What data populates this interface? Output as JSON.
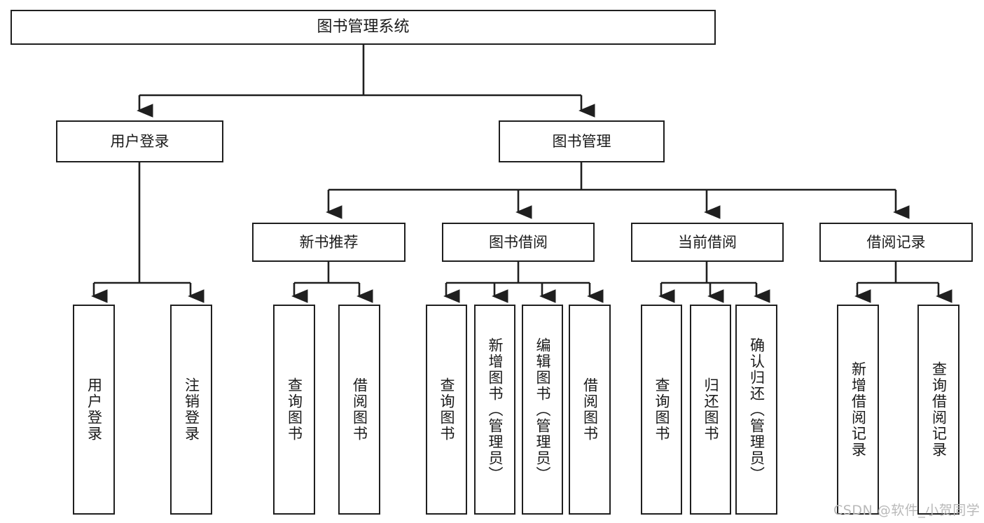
{
  "diagram": {
    "type": "tree-hierarchy-chart",
    "title": "图书管理系统",
    "nodes": {
      "root": {
        "label": "图书管理系统"
      },
      "level2": [
        {
          "id": "user-login",
          "label": "用户登录"
        },
        {
          "id": "book-manage",
          "label": "图书管理"
        }
      ],
      "level3": [
        {
          "id": "new-book-recommend",
          "label": "新书推荐"
        },
        {
          "id": "book-borrow",
          "label": "图书借阅"
        },
        {
          "id": "current-borrow",
          "label": "当前借阅"
        },
        {
          "id": "borrow-record",
          "label": "借阅记录"
        }
      ],
      "leaves": [
        {
          "id": "leaf-user-login",
          "label": "用户登录"
        },
        {
          "id": "leaf-user-logout",
          "label": "注销登录"
        },
        {
          "id": "leaf-query-book-1",
          "label": "查询图书"
        },
        {
          "id": "leaf-borrow-book-1",
          "label": "借阅图书"
        },
        {
          "id": "leaf-query-book-2",
          "label": "查询图书"
        },
        {
          "id": "leaf-add-book",
          "label": "新增图书（管理员）"
        },
        {
          "id": "leaf-edit-book",
          "label": "编辑图书（管理员）"
        },
        {
          "id": "leaf-borrow-book-2",
          "label": "借阅图书"
        },
        {
          "id": "leaf-query-book-3",
          "label": "查询图书"
        },
        {
          "id": "leaf-return-book",
          "label": "归还图书"
        },
        {
          "id": "leaf-confirm-return",
          "label": "确认归还（管理员）"
        },
        {
          "id": "leaf-add-record",
          "label": "新增借阅记录"
        },
        {
          "id": "leaf-query-record",
          "label": "查询借阅记录"
        }
      ]
    },
    "colors": {
      "stroke": "#1f1f1f",
      "fill": "#ffffff",
      "text": "#1a1a1a",
      "watermark": "#b9b9b9"
    }
  },
  "watermark": {
    "text": "CSDN @软件_小贺同学"
  }
}
